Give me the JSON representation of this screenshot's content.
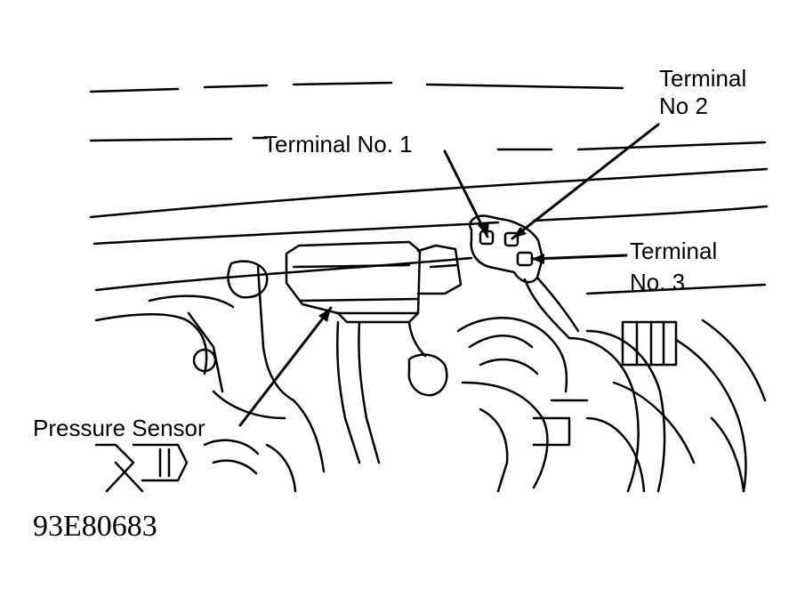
{
  "labels": {
    "terminal_1": "Terminal No. 1",
    "terminal_2_line1": "Terminal",
    "terminal_2_line2": "No  2",
    "terminal_3_line1": "Terminal",
    "terminal_3_line2": "No. 3",
    "pressure_sensor": "Pressure Sensor"
  },
  "figure_code": "93E80683"
}
